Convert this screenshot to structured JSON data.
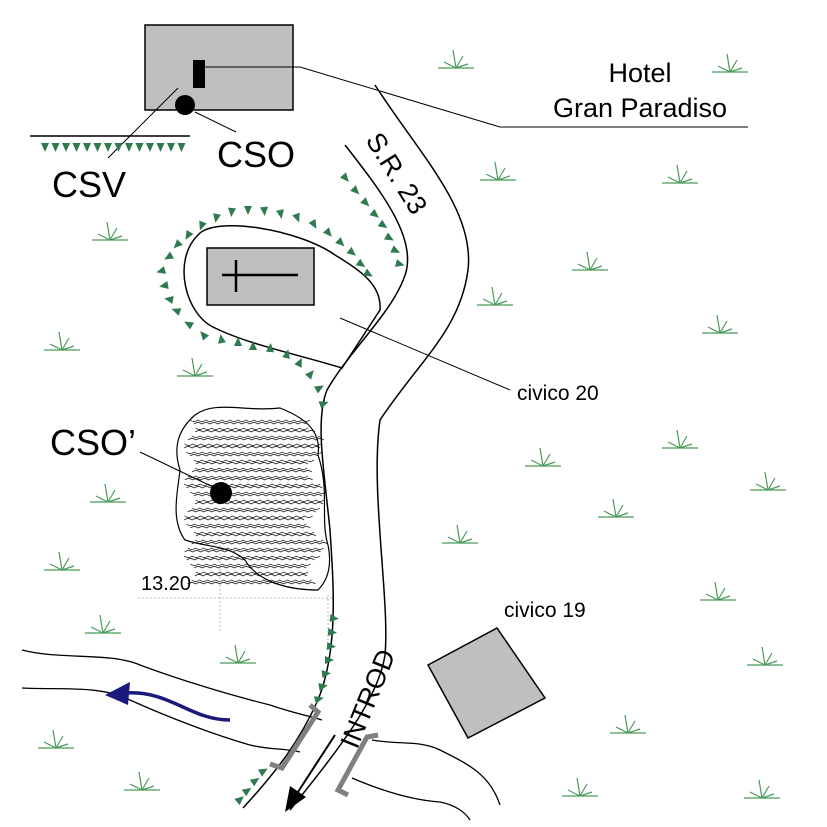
{
  "labels": {
    "hotel_line1": "Hotel",
    "hotel_line2": "Gran Paradiso",
    "cso": "CSO",
    "csv": "CSV",
    "cso_prime": "CSO’",
    "road_sr": "S.R. 23",
    "road_introd": "INTROD",
    "civico_20": "civico 20",
    "civico_19": "civico 19",
    "distance": "13.20"
  },
  "colors": {
    "building_fill": "#bfbfbf",
    "grass": "#4a9a5a",
    "tick_marks": "#2f7a4e",
    "river_arrow": "#1a1a7a",
    "bridge": "#808080",
    "line": "#000000",
    "dotted": "#a0a0a0"
  },
  "icons": {
    "cross": "cross-icon",
    "grass": "grass-tuft-icon",
    "flow": "flow-arrow-icon",
    "direction": "direction-arrow-icon"
  }
}
